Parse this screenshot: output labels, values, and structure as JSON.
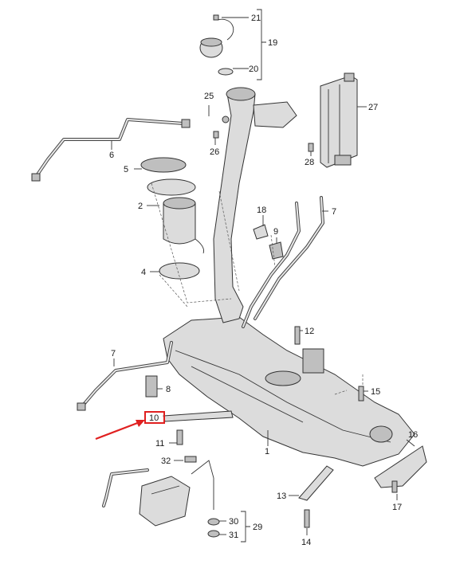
{
  "callouts": {
    "c1": "1",
    "c2": "2",
    "c4": "4",
    "c5": "5",
    "c6": "6",
    "c7a": "7",
    "c7b": "7",
    "c8": "8",
    "c9": "9",
    "c10": "10",
    "c11": "11",
    "c12": "12",
    "c13": "13",
    "c14": "14",
    "c15": "15",
    "c16": "16",
    "c17": "17",
    "c18": "18",
    "c19": "19",
    "c20": "20",
    "c21": "21",
    "c25": "25",
    "c26": "26",
    "c27": "27",
    "c28": "28",
    "c29": "29",
    "c30": "30",
    "c31": "31",
    "c32": "32"
  },
  "colors": {
    "highlight": "#e02020",
    "arrow": "#e02020",
    "part_fill": "#dcdcdc",
    "outline": "#333333"
  }
}
